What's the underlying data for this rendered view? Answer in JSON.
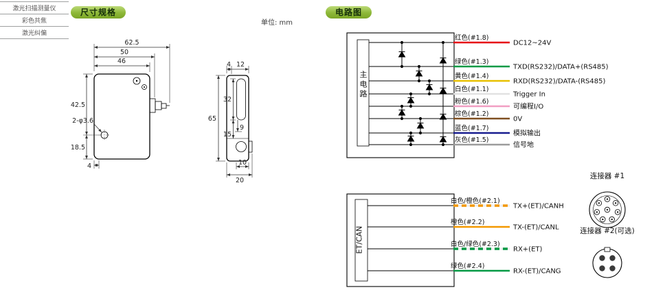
{
  "sidebar": {
    "items": [
      {
        "label": "激光扫描测量仪"
      },
      {
        "label": "彩色共焦"
      },
      {
        "label": "激光纠偏"
      }
    ]
  },
  "sections": {
    "dimensions_title": "尺寸规格",
    "circuit_title": "电路图",
    "unit_note": "单位: mm"
  },
  "dimension_drawing": {
    "front_view": {
      "width_total": "62.5",
      "width_50": "50",
      "width_46": "46",
      "height_425": "42.5",
      "height_185": "18.5",
      "bottom_4": "4",
      "hole_callout": "2-φ3.6"
    },
    "side_view": {
      "top_4": "4",
      "top_12": "12",
      "height_65": "65",
      "slot_32": "32",
      "dim_15": "15",
      "dim_9": "9",
      "bottom_10": "10",
      "bottom_20": "20"
    }
  },
  "circuit": {
    "main_block_label": "主电路",
    "main_wires": [
      {
        "color_label": "红色(#1.8)",
        "signal": "DC12~24V",
        "hex": "#e60012"
      },
      {
        "color_label": "绿色(#1.3)",
        "signal": "TXD(RS232)/DATA+(RS485)",
        "hex": "#009944"
      },
      {
        "color_label": "黄色(#1.4)",
        "signal": "RXD(RS232)/DATA-(RS485)",
        "hex": "#e8c000"
      },
      {
        "color_label": "白色(#1.1)",
        "signal": "Trigger In",
        "hex": "#e2e2e2"
      },
      {
        "color_label": "粉色(#1.6)",
        "signal": "可编程I/O",
        "hex": "#f19ec2"
      },
      {
        "color_label": "棕色(#1.2)",
        "signal": "0V",
        "hex": "#7f4f21"
      },
      {
        "color_label": "蓝色(#1.7)",
        "signal": "模拟输出",
        "hex": "#171c8f"
      },
      {
        "color_label": "灰色(#1.5)",
        "signal": "信号地",
        "hex": "#9b9b9b"
      }
    ],
    "bus_block_label": "ET/CAN",
    "bus_wires": [
      {
        "color_label": "白色/橙色(#2.1)",
        "signal": "TX+(ET)/CANH",
        "hex": "#f39800",
        "striped": true
      },
      {
        "color_label": "橙色(#2.2)",
        "signal": "TX-(ET)/CANL",
        "hex": "#f39800",
        "striped": false
      },
      {
        "color_label": "白色/绿色(#2.3)",
        "signal": "RX+(ET)",
        "hex": "#009944",
        "striped": true
      },
      {
        "color_label": "绿色(#2.4)",
        "signal": "RX-(ET)/CANG",
        "hex": "#009944",
        "striped": false
      }
    ],
    "connector1_label": "连接器 #1",
    "connector2_label": "连接器 #2(可选)"
  }
}
